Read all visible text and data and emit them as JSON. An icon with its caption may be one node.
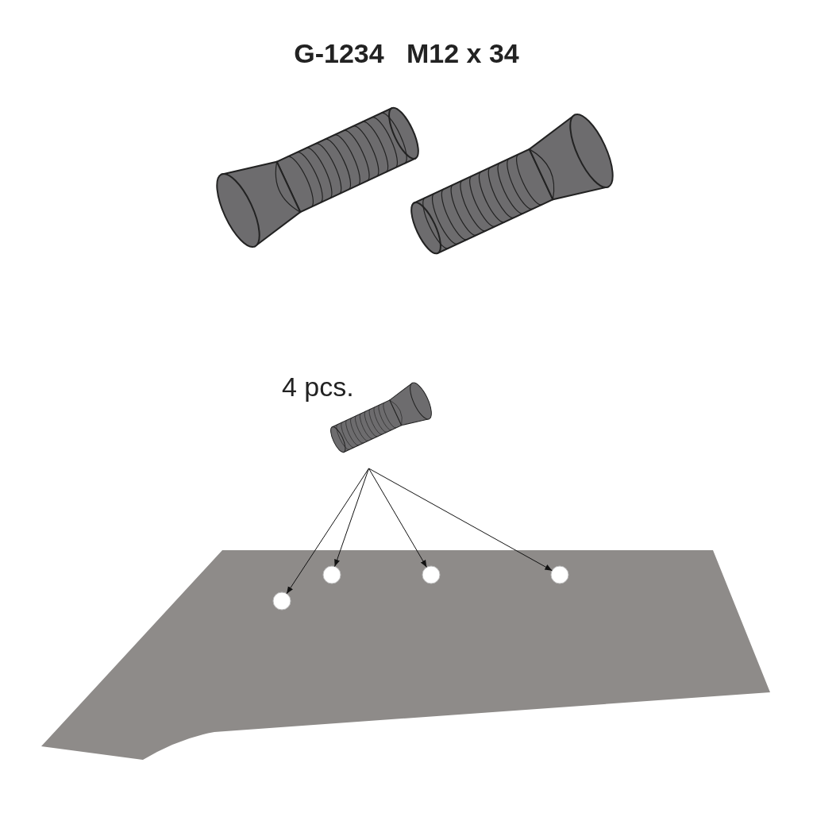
{
  "diagram": {
    "title": "G-1234   M12 x 34",
    "nodes": [
      {
        "text": [],
        "shape": "picture",
        "beside": [
          "4 pcs."
        ]
      },
      {
        "text": [],
        "shape": "circle"
      },
      {
        "text": [],
        "shape": "circle"
      },
      {
        "text": [],
        "shape": "circle"
      },
      {
        "text": [],
        "shape": "circle"
      }
    ],
    "edges": [
      {
        "from": 0,
        "to": 1,
        "arrow": "to"
      },
      {
        "from": 0,
        "to": 2,
        "arrow": "to"
      },
      {
        "from": 0,
        "to": 3,
        "arrow": "to"
      },
      {
        "from": 0,
        "to": 4,
        "arrow": "to"
      }
    ]
  }
}
